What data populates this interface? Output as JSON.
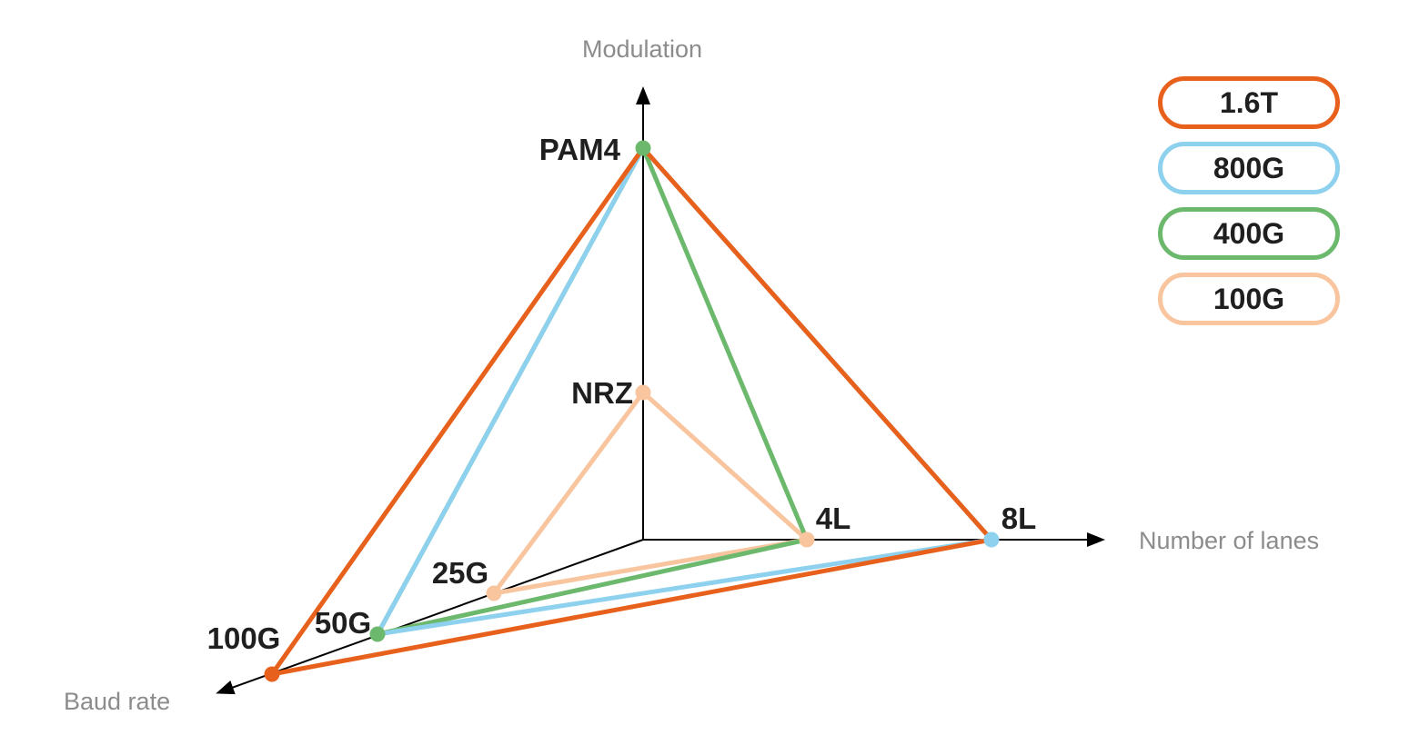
{
  "page": {
    "background": "#ffffff",
    "text_color": "#1f1f1f",
    "muted_text_color": "#8c8c8c",
    "axis_color": "#000000"
  },
  "chart_data": {
    "type": "radar",
    "subtype": "3-axis-triangle",
    "title": "",
    "grid": false,
    "legend_position": "top-right",
    "axes": [
      {
        "id": "modulation",
        "title": "Modulation",
        "direction": "up",
        "ticks": [
          "NRZ",
          "PAM4"
        ]
      },
      {
        "id": "lanes",
        "title": "Number of lanes",
        "direction": "right",
        "ticks": [
          "4L",
          "8L"
        ]
      },
      {
        "id": "baud",
        "title": "Baud rate",
        "direction": "down-left",
        "ticks": [
          "25G",
          "50G",
          "100G"
        ]
      }
    ],
    "series": [
      {
        "name": "1.6T",
        "color": "#E8611C",
        "modulation": "PAM4",
        "lanes": "8L",
        "baud": "100G"
      },
      {
        "name": "800G",
        "color": "#8DD1EE",
        "modulation": "PAM4",
        "lanes": "8L",
        "baud": "50G"
      },
      {
        "name": "400G",
        "color": "#6CB96D",
        "modulation": "PAM4",
        "lanes": "4L",
        "baud": "50G"
      },
      {
        "name": "100G",
        "color": "#F8C59F",
        "modulation": "NRZ",
        "lanes": "4L",
        "baud": "25G"
      }
    ],
    "points": [
      {
        "label": "PAM4",
        "axis": "modulation",
        "dot_color": "#6CB96D"
      },
      {
        "label": "NRZ",
        "axis": "modulation",
        "dot_color": "#F8C59F"
      },
      {
        "label": "4L",
        "axis": "lanes",
        "dot_color": "#F8C59F"
      },
      {
        "label": "8L",
        "axis": "lanes",
        "dot_color": "#8DD1EE"
      },
      {
        "label": "25G",
        "axis": "baud",
        "dot_color": "#F8C59F"
      },
      {
        "label": "50G",
        "axis": "baud",
        "dot_color": "#6CB96D"
      },
      {
        "label": "100G",
        "axis": "baud",
        "dot_color": "#E8611C"
      }
    ]
  },
  "legend": {
    "items": [
      {
        "label": "1.6T",
        "color": "#E8611C"
      },
      {
        "label": "800G",
        "color": "#8DD1EE"
      },
      {
        "label": "400G",
        "color": "#6CB96D"
      },
      {
        "label": "100G",
        "color": "#F8C59F"
      }
    ]
  }
}
